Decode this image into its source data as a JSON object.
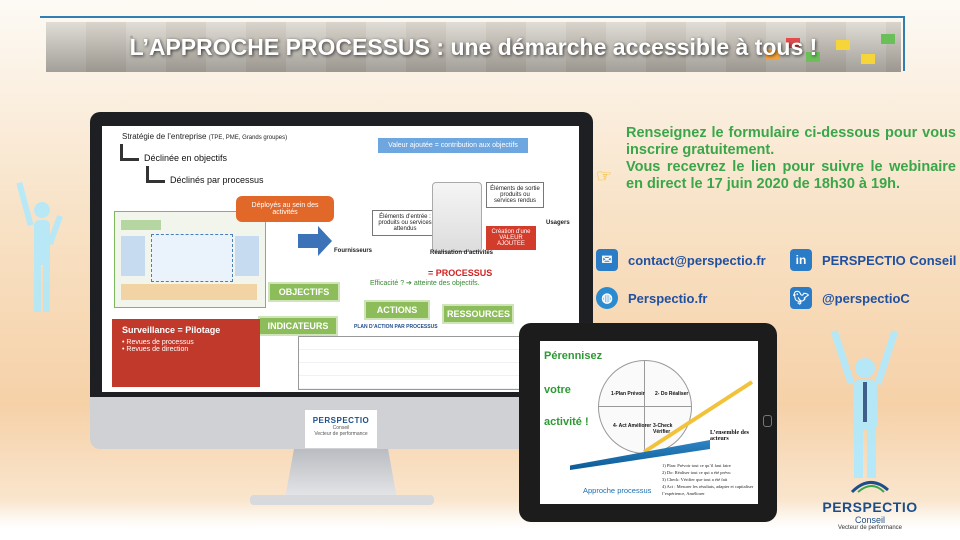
{
  "banner": {
    "title": "L’APPROCHE PROCESSUS : une démarche accessible à tous !"
  },
  "screen": {
    "strategy_title": "Stratégie de l’entreprise",
    "strategy_note": "(TPE, PME, Grands groupes)",
    "declinee_objectifs": "Déclinée en objectifs",
    "declines_processus": "Déclinés par processus",
    "valeur_ajoutee": "Valeur ajoutée = contribution aux objectifs",
    "deployes": "Déployés au sein des activités",
    "fournisseurs": "Fournisseurs",
    "elements_entree": "Éléments d’entrée : produits ou services attendus",
    "realisation": "Réalisation d’activités",
    "elements_sortie": "Éléments de sortie produits ou services rendus",
    "usagers": "Usagers",
    "creation_valeur": "Création d’une VALEUR AJOUTEE",
    "processus": "= PROCESSUS",
    "efficacite": "Efficacité ? ➔ atteinte des objectifs.",
    "objectifs": "OBJECTIFS",
    "actions": "ACTIONS",
    "ressources": "RESSOURCES",
    "indicateurs": "INDICATEURS",
    "plan_action": "PLAN D’ACTION PAR PROCESSUS",
    "surveillance": "Surveillance = Pilotage",
    "revues_processus": "Revues de processus",
    "revues_direction": "Revues de direction"
  },
  "monitor_logo": {
    "name": "PERSPECTIO",
    "sub": "Conseil",
    "tagline": "Vecteur de performance"
  },
  "info": {
    "line1": "Renseignez le formulaire ci-dessous pour vous inscrire gratuitement.",
    "line2": "Vous recevrez le lien pour suivre le webinaire en direct le 17 juin 2020 de 18h30 à 19h."
  },
  "contacts": {
    "email": "contact@perspectio.fr",
    "linkedin": "PERSPECTIO Conseil",
    "website": "Perspectio.fr",
    "twitter": "@perspectioC"
  },
  "tablet": {
    "w1": "Pérennisez",
    "w2": "votre",
    "w3": "activité !",
    "plan": "1-Plan Prévoir",
    "do": "2- Do Réaliser",
    "check": "3-Check Vérifier",
    "act": "4- Act Améliorer",
    "ensemble": "L’ensemble des acteurs",
    "legend1": "1) Plan: Prévoir tout ce qu’il faut faire",
    "legend2": "2) Do: Réaliser tout ce qui a été prévu",
    "legend3": "3) Check: Vérifier que tout a été fait",
    "legend4": "4) Act : Mesurer les résultats, adapter et capitaliser l’expérience, Améliorer",
    "approche": "Approche processus"
  },
  "brand": {
    "name": "PERSPECTIO",
    "sub": "Conseil",
    "tagline": "Vecteur de performance"
  }
}
